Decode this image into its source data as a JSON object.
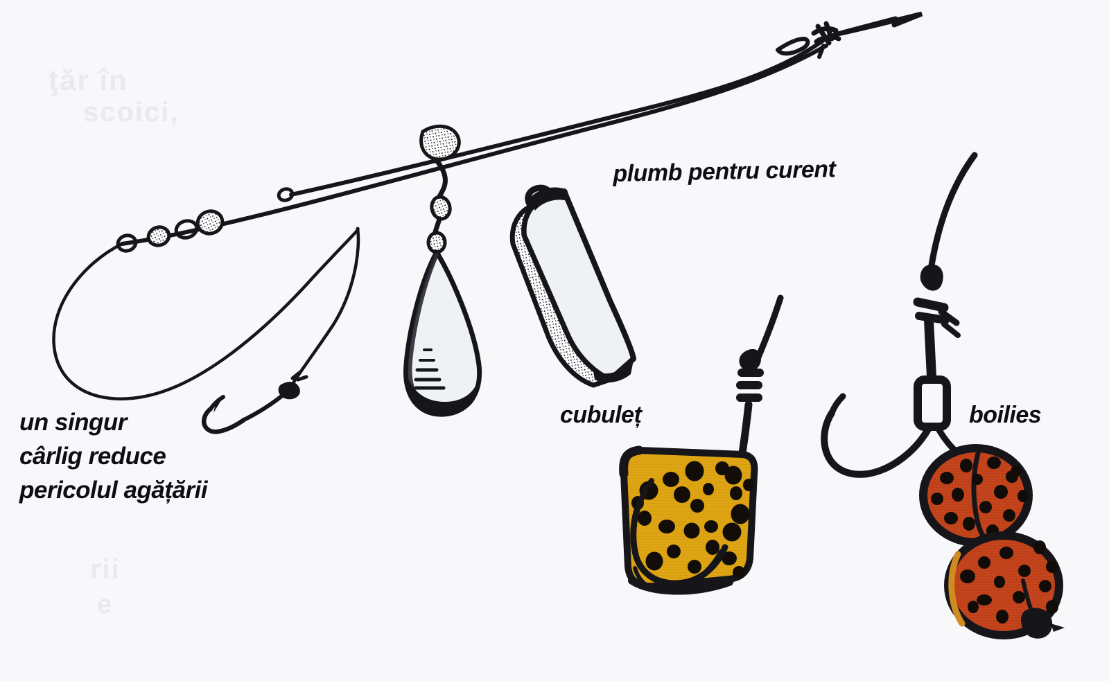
{
  "page": {
    "kind": "printed-book-illustration",
    "subject": "carp-rig-diagram",
    "language": "ro",
    "background_color": "#f8f8fa",
    "ink_color": "#0d0d12"
  },
  "labels": {
    "left_note_line1": "un singur",
    "left_note_line2": "cârlig reduce",
    "left_note_line3": "pericolul agățării",
    "lead_label": "plumb pentru curent",
    "cube_label": "cubuleț",
    "boilies_label": "boilies"
  },
  "ghost_text": {
    "g1": "ţăr în",
    "g2": "scoici,",
    "g3": "rii",
    "g4": "e",
    "g5": ""
  },
  "colors": {
    "cube_fill": "#deA414",
    "cube_speckle": "#120d08",
    "boilie_fill": "#c0401a",
    "boilie_edge": "#d08c20",
    "boilie_speckle": "#120c08",
    "lead_fill": "#eef2f5",
    "lead_outline": "#15151a",
    "line_color": "#15151a"
  },
  "objects": {
    "mainline": "doubled-monofilament-mainline",
    "beads": "line-beads-and-rings",
    "teardrop_lead": "pear-shaped-lead-weight",
    "current_lead": "angular-flat-current-lead",
    "hook_left": "single-hook-on-loop",
    "hook_center": "hook-in-bread-cube",
    "hook_right": "hook-with-boilies-hair-rig",
    "bait_cube": "yellow-speckled-bait-cube",
    "bait_boilies": "two-red-speckled-boilies"
  }
}
